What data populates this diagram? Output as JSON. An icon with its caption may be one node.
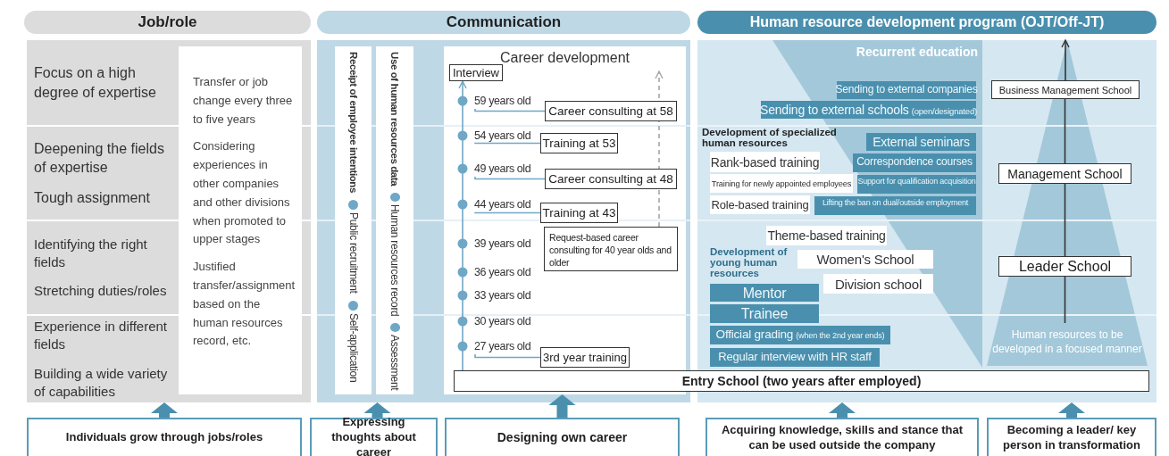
{
  "diagram": {
    "nodes": [
      {
        "text": [
          "Job/role"
        ]
      },
      {
        "text": [],
        "shape": "box"
      },
      {
        "text": [
          "Focus on a high degree of expertise"
        ],
        "in": 1
      },
      {
        "text": [
          "Deepening the fields of expertise",
          "Tough assignment"
        ],
        "in": 1
      },
      {
        "text": [
          "Identifying the right fields",
          "Stretching duties/roles"
        ],
        "in": 1
      },
      {
        "text": [
          "Experience in different fields",
          "Building a wide variety of capabilities"
        ],
        "in": 1
      },
      {
        "text": [
          "Transfer or job change every three to five years",
          "Considering experiences in other companies and other divisions when promoted to upper stages",
          "Justified transfer/assignment based on the human resources record, etc."
        ],
        "in": 1
      },
      {
        "text": [
          "Communication"
        ]
      },
      {
        "text": [],
        "shape": "box"
      },
      {
        "text": [
          "Receipt of employee intentions",
          "Public recruitment",
          "Self-application"
        ],
        "in": 8
      },
      {
        "text": [
          "Use of human resources data",
          "Human resources record",
          "Assessment"
        ],
        "in": 8
      },
      {
        "text": [
          "Career development"
        ],
        "in": 8
      },
      {
        "text": [
          "Interview"
        ],
        "in": 11
      },
      {
        "text": [
          "59 years old"
        ],
        "in": 11
      },
      {
        "text": [
          "Career consulting at 58"
        ],
        "in": 11
      },
      {
        "text": [
          "54 years old"
        ],
        "in": 11
      },
      {
        "text": [
          "Training at 53"
        ],
        "in": 11
      },
      {
        "text": [
          "49 years old"
        ],
        "in": 11
      },
      {
        "text": [
          "Career consulting at 48"
        ],
        "in": 11
      },
      {
        "text": [
          "44 years old"
        ],
        "in": 11
      },
      {
        "text": [
          "Training at 43"
        ],
        "in": 11
      },
      {
        "text": [
          "Request-based career consulting for 40 year olds and older"
        ],
        "in": 11
      },
      {
        "text": [
          "39 years old"
        ],
        "in": 11
      },
      {
        "text": [
          "36 years old"
        ],
        "in": 11
      },
      {
        "text": [
          "33 years old"
        ],
        "in": 11
      },
      {
        "text": [
          "30 years old"
        ],
        "in": 11
      },
      {
        "text": [
          "27 years old"
        ],
        "in": 11
      },
      {
        "text": [
          "3rd year training"
        ],
        "in": 11
      },
      {
        "text": [
          "Human resource development program (OJT/Off-JT)"
        ]
      },
      {
        "text": [],
        "shape": "box"
      },
      {
        "text": [
          "Sending to external companies"
        ],
        "in": 29
      },
      {
        "text": [
          "Sending to external schools",
          "(open/designated)"
        ],
        "in": 29
      },
      {
        "text": [
          "External seminars"
        ],
        "in": 29
      },
      {
        "text": [
          "Rank-based training"
        ],
        "in": 29
      },
      {
        "text": [
          "Correspondence courses"
        ],
        "in": 29
      },
      {
        "text": [
          "Training for newly appointed employees"
        ],
        "in": 29
      },
      {
        "text": [
          "Support for qualification acquisition"
        ],
        "in": 29
      },
      {
        "text": [
          "Role-based training"
        ],
        "in": 29
      },
      {
        "text": [
          "Lifting the ban on dual/outside employment"
        ],
        "in": 29
      },
      {
        "text": [
          "Theme-based training"
        ],
        "in": 29
      },
      {
        "text": [
          "Women's School"
        ],
        "in": 29
      },
      {
        "text": [
          "Division school"
        ],
        "in": 29
      },
      {
        "text": [
          "Mentor"
        ],
        "in": 29
      },
      {
        "text": [
          "Trainee"
        ],
        "in": 29
      },
      {
        "text": [
          "Official grading",
          "(when the 2nd year ends)"
        ],
        "in": 29
      },
      {
        "text": [
          "Regular interview with HR staff"
        ],
        "in": 29
      },
      {
        "text": [
          "Human resources to be developed in a focused manner"
        ],
        "in": 29
      },
      {
        "text": [
          "Business Management School"
        ],
        "in": 46
      },
      {
        "text": [
          "Management School"
        ],
        "in": 46
      },
      {
        "text": [
          "Leader School"
        ],
        "in": 46
      },
      {
        "text": [
          "Entry School (two years after employed)"
        ]
      },
      {
        "text": [
          "Individuals grow through jobs/roles"
        ]
      },
      {
        "text": [
          "Expressing thoughts about career"
        ]
      },
      {
        "text": [
          "Designing own career"
        ]
      },
      {
        "text": [
          "Acquiring knowledge, skills and stance that can be used outside the company"
        ]
      },
      {
        "text": [
          "Becoming a leader/ key person in transformation"
        ]
      }
    ],
    "edges": [
      {
        "from": 13,
        "to": 14,
        "arrow": "none"
      },
      {
        "from": 15,
        "to": 16,
        "arrow": "none"
      },
      {
        "from": 17,
        "to": 18,
        "arrow": "none"
      },
      {
        "from": 19,
        "to": 20,
        "arrow": "none"
      },
      {
        "from": 26,
        "to": 27,
        "arrow": "none"
      },
      {
        "from": 21,
        "to": null,
        "arrow": "to",
        "style": "dashed",
        "color": "#a6a6a6"
      },
      {
        "from": 50,
        "to": 12,
        "arrow": "to"
      },
      {
        "from": null,
        "to": 49,
        "arrow": "none",
        "color": "#333333"
      },
      {
        "from": 49,
        "to": 48,
        "arrow": "none",
        "color": "#333333"
      },
      {
        "from": 48,
        "to": 47,
        "arrow": "none",
        "color": "#333333"
      },
      {
        "from": 47,
        "to": 46,
        "arrow": "to",
        "color": "#333333"
      },
      {
        "from": 51,
        "to": 1,
        "arrow": "to",
        "style": "thick",
        "color": "#4a90ae"
      },
      {
        "from": 52,
        "to": 8,
        "arrow": "to",
        "style": "thick",
        "color": "#4a90ae"
      },
      {
        "from": 53,
        "to": 11,
        "arrow": "to",
        "style": "thick",
        "color": "#4a90ae"
      },
      {
        "from": 54,
        "to": 29,
        "arrow": "to",
        "style": "thick",
        "color": "#4a90ae"
      },
      {
        "from": 55,
        "to": 29,
        "arrow": "to",
        "style": "thick",
        "color": "#4a90ae"
      }
    ],
    "labels": [
      "Recurrent education",
      "Development of specialized human resources",
      "Development of young human resources"
    ]
  }
}
